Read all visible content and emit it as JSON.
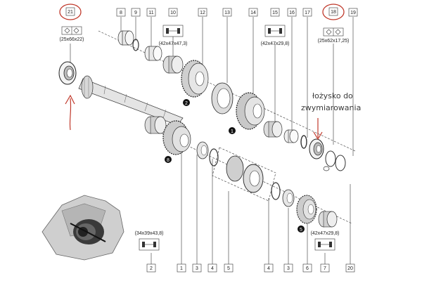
{
  "part_labels": {
    "p21": "21",
    "p8": "8",
    "p9": "9",
    "p11": "11",
    "p10": "10",
    "p12": "12",
    "p13": "13",
    "p14": "14",
    "p15": "15",
    "p16": "16",
    "p17": "17",
    "p18": "18",
    "p19": "19",
    "b1": "1",
    "b2": "2",
    "b3a": "3",
    "b4a": "4",
    "b5": "5",
    "b4b": "4",
    "b3b": "3",
    "b6": "6",
    "b7": "7",
    "b20": "20"
  },
  "dimensions": {
    "d21": "(25x66x22)",
    "d10": "(42x47x47,3)",
    "d15": "(42x47x29,8)",
    "d18": "(25x62x17,25)",
    "d2": "(34x39x43,8)",
    "d7": "(42x47x29,8)"
  },
  "markers": {
    "m1": "1",
    "m2": "2",
    "m5": "5",
    "m8": "8"
  },
  "annotation": {
    "line1": "łożysko do",
    "line2": "zwymiarowania"
  },
  "colors": {
    "highlight": "#c0392b",
    "ink": "#333333"
  }
}
